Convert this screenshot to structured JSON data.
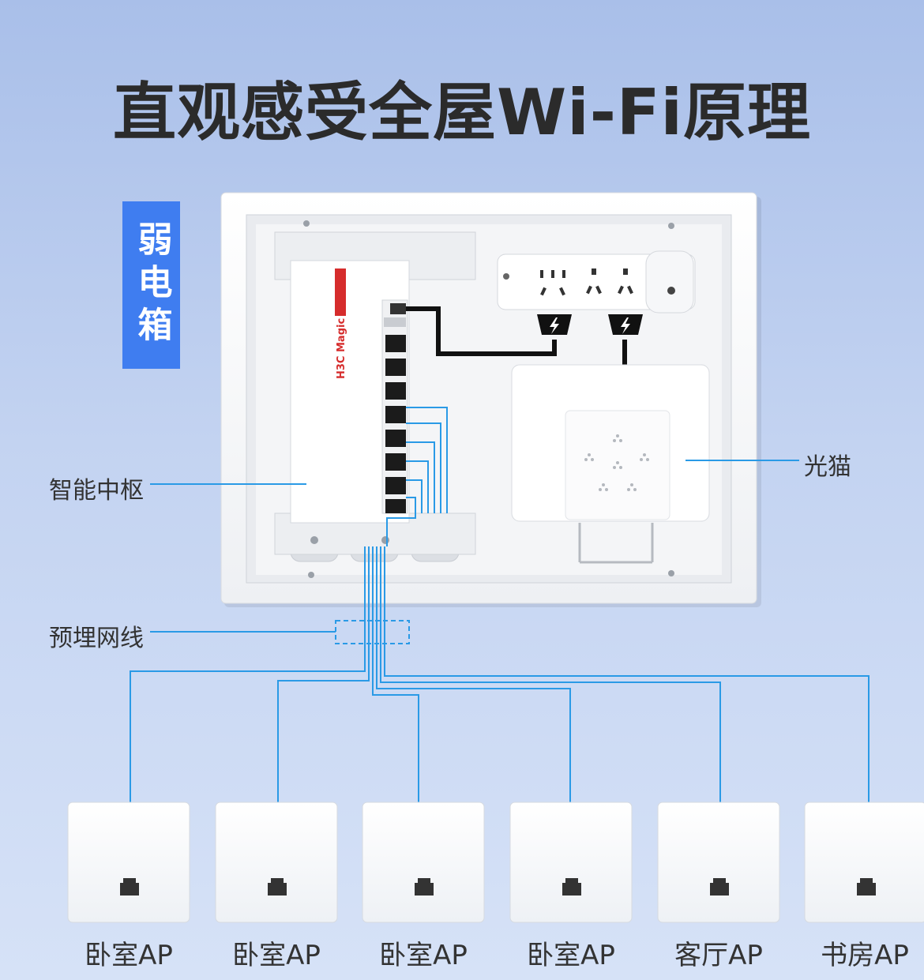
{
  "title": "直观感受全屋Wi-Fi原理",
  "box_tag": "弱电箱",
  "labels": {
    "hub": "智能中枢",
    "modem": "光猫",
    "cables": "预埋网线"
  },
  "hub_brand": "H3C Magic",
  "aps": [
    {
      "label": "卧室AP"
    },
    {
      "label": "卧室AP"
    },
    {
      "label": "卧室AP"
    },
    {
      "label": "卧室AP"
    },
    {
      "label": "客厅AP"
    },
    {
      "label": "书房AP"
    }
  ],
  "colors": {
    "cable": "#2a9ae6",
    "tag_bg": "#3f7df0",
    "brand_red": "#d62c2c"
  }
}
